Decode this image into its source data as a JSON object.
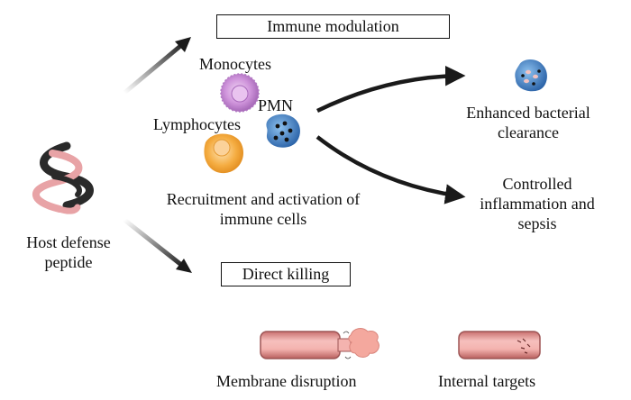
{
  "boxes": {
    "immune_modulation": "Immune modulation",
    "direct_killing": "Direct killing"
  },
  "cells": {
    "monocytes": "Monocytes",
    "pmn": "PMN",
    "lymphocytes": "Lymphocytes"
  },
  "recruitment": {
    "line1": "Recruitment and activation of",
    "line2": "immune cells"
  },
  "host": {
    "line1": "Host defense",
    "line2": "peptide"
  },
  "outcomes": {
    "enhanced_line1": "Enhanced bacterial",
    "enhanced_line2": "clearance",
    "controlled_line1": "Controlled",
    "controlled_line2": "inflammation and",
    "controlled_line3": "sepsis"
  },
  "mechanisms": {
    "membrane": "Membrane disruption",
    "internal": "Internal targets"
  },
  "colors": {
    "arrow": "#1a1a1a",
    "helix_pink": "#e8a3a6",
    "helix_dark": "#2a2a2a",
    "monocyte": "#c98bd6",
    "pmn": "#3f7fc6",
    "lymphocyte": "#f2a93b",
    "bacterium": "#f2a3a0"
  }
}
